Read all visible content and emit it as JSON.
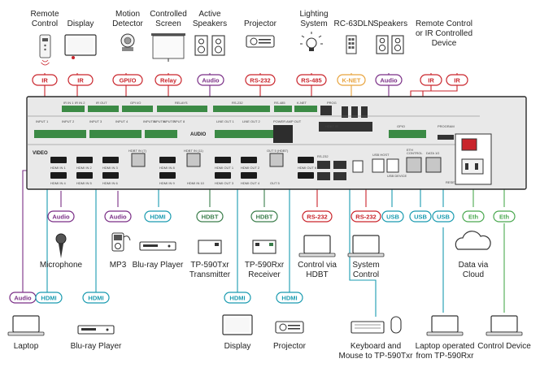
{
  "devices_top": [
    {
      "id": "remote",
      "label": [
        "Remote",
        "Control"
      ],
      "tag": "IR",
      "tag_color": "#c9242b",
      "icon": "remote-control-icon"
    },
    {
      "id": "display",
      "label": [
        "Display"
      ],
      "tag": "IR",
      "tag_color": "#c9242b",
      "icon": "display-icon"
    },
    {
      "id": "motion",
      "label": [
        "Motion",
        "Detector"
      ],
      "tag": "GPI/O",
      "tag_color": "#c9242b",
      "icon": "motion-detector-icon"
    },
    {
      "id": "screen",
      "label": [
        "Controlled",
        "Screen"
      ],
      "tag": "Relay",
      "tag_color": "#c9242b",
      "icon": "projection-screen-icon"
    },
    {
      "id": "speakers1",
      "label": [
        "Active",
        "Speakers"
      ],
      "tag": "Audio",
      "tag_color": "#7a2e86",
      "icon": "speakers-icon"
    },
    {
      "id": "projector_top",
      "label": [
        "Projector"
      ],
      "tag": "RS-232",
      "tag_color": "#c9242b",
      "icon": "projector-icon"
    },
    {
      "id": "lighting",
      "label": [
        "Lighting",
        "System"
      ],
      "tag": "RS-485",
      "tag_color": "#c9242b",
      "icon": "light-bulb-icon"
    },
    {
      "id": "rc63",
      "label": [
        "RC-63DLN"
      ],
      "tag": "K-NET",
      "tag_color": "#e8a33c",
      "icon": "keypad-icon"
    },
    {
      "id": "speakers2",
      "label": [
        "Speakers"
      ],
      "tag": "Audio",
      "tag_color": "#7a2e86",
      "icon": "speakers-icon"
    },
    {
      "id": "ircontrolled",
      "label": [
        "Remote Control",
        "or IR Controlled",
        "Device"
      ],
      "tags": [
        "IR",
        "IR"
      ],
      "tag_color": "#c9242b",
      "icon": "none"
    }
  ],
  "mid_devices": [
    {
      "id": "microphone",
      "label": [
        "Microphone"
      ],
      "tag": "Audio",
      "tag_color": "#7a2e86",
      "icon": "microphone-icon"
    },
    {
      "id": "mp3",
      "label": [
        "MP3"
      ],
      "tag": "Audio",
      "tag_color": "#7a2e86",
      "icon": "mp3-player-icon"
    },
    {
      "id": "bluray_mid",
      "label": [
        "Blu-ray Player"
      ],
      "tag": "HDMI",
      "tag_color": "#1a9bb0",
      "icon": "blu-ray-player-icon"
    },
    {
      "id": "tx",
      "label": [
        "TP-590Txr",
        "Transmitter"
      ],
      "tag": "HDBT",
      "tag_color": "#3a7d4a",
      "icon": "transmitter-icon"
    },
    {
      "id": "rx",
      "label": [
        "TP-590Rxr",
        "Receiver"
      ],
      "tag": "HDBT",
      "tag_color": "#3a7d4a",
      "icon": "receiver-icon"
    },
    {
      "id": "laptop_hdbt",
      "label": [
        "Control via",
        "HDBT"
      ],
      "tag": "RS-232",
      "tag_color": "#c9242b",
      "icon": "laptop-icon"
    },
    {
      "id": "laptop_sys",
      "label": [
        "System",
        "Control"
      ],
      "tag": "RS-232",
      "tag_color": "#c9242b",
      "icon": "laptop-icon"
    },
    {
      "id": "cloud",
      "label": [
        "Data via",
        "Cloud"
      ],
      "tags": [
        "USB",
        "USB",
        "USB",
        "Eth",
        "Eth"
      ],
      "icon": "cloud-icon"
    }
  ],
  "bottom_devices": [
    {
      "id": "laptop_bottom",
      "label": [
        "Laptop"
      ],
      "tags": [
        "Audio",
        "HDMI"
      ],
      "icon": "laptop-icon"
    },
    {
      "id": "bluray_bottom",
      "label": [
        "Blu-ray Player"
      ],
      "tag": "HDMI",
      "icon": "blu-ray-player-icon"
    },
    {
      "id": "display_bottom",
      "label": [
        "Display"
      ],
      "tag": "HDMI",
      "icon": "display-icon"
    },
    {
      "id": "projector_bottom",
      "label": [
        "Projector"
      ],
      "tag": "HDMI",
      "icon": "projector-icon"
    },
    {
      "id": "keyboard",
      "label": [
        "Keyboard and",
        "Mouse to TP-590Txr"
      ],
      "icon": "keyboard-mouse-icon"
    },
    {
      "id": "laptop_tp",
      "label": [
        "Laptop operated",
        "from TP-590Rxr"
      ],
      "icon": "laptop-icon"
    },
    {
      "id": "control_device",
      "label": [
        "Control Device"
      ],
      "icon": "laptop-icon"
    }
  ],
  "unit": {
    "top_labels": [
      "IR IN 1",
      "IR IN 2",
      "IR OUT",
      "GPI I/O",
      "RELAYS",
      "RS-232",
      "RS-485",
      "K-NET",
      "PROG"
    ],
    "audio_labels": [
      "INPUT 1",
      "INPUT 2",
      "INPUT 3",
      "INPUT 4",
      "INPUT 5",
      "INPUT 6",
      "INPUT 7",
      "INPUT 8",
      "AUDIO",
      "LINE OUT 1",
      "LINE OUT 2",
      "POWER AMP OUT",
      "HDBT IR",
      "GPIO",
      "PROGRAM"
    ],
    "video_label": "VIDEO",
    "hdmi_labels": [
      "HDMI IN 1",
      "HDMI IN 2",
      "HDMI IN 3",
      "HDMI IN 4",
      "HDMI IN 5",
      "HDMI IN 6",
      "HDBT IN (7)",
      "HDMI IN 8",
      "HDMI IN 9",
      "HDMI IN 10",
      "HDBT IN (11)",
      "HDMI OUT 1",
      "HDMI OUT 2",
      "HDMI OUT 3",
      "HDMI OUT 4",
      "OUT 5 (HDBT)",
      "HDMI OUT 6",
      "OUT 5",
      "RS-232",
      "USB HOST",
      "USB DEVICE",
      "CONTROL",
      "DATA 1G",
      "ETH",
      "RESET"
    ],
    "colors": {
      "panel": "#e9e9e9",
      "panel_border": "#2a2a2a",
      "port_dark": "#1b1b1b",
      "terminal_green": "#3b8a45"
    }
  },
  "line_colors": {
    "ir": "#c9242b",
    "audio": "#7a2e86",
    "hdmi": "#1a9bb0",
    "hdbt": "#3a7d4a",
    "usb": "#1a9bb0",
    "eth": "#4aa84f",
    "knet": "#e8a33c"
  }
}
